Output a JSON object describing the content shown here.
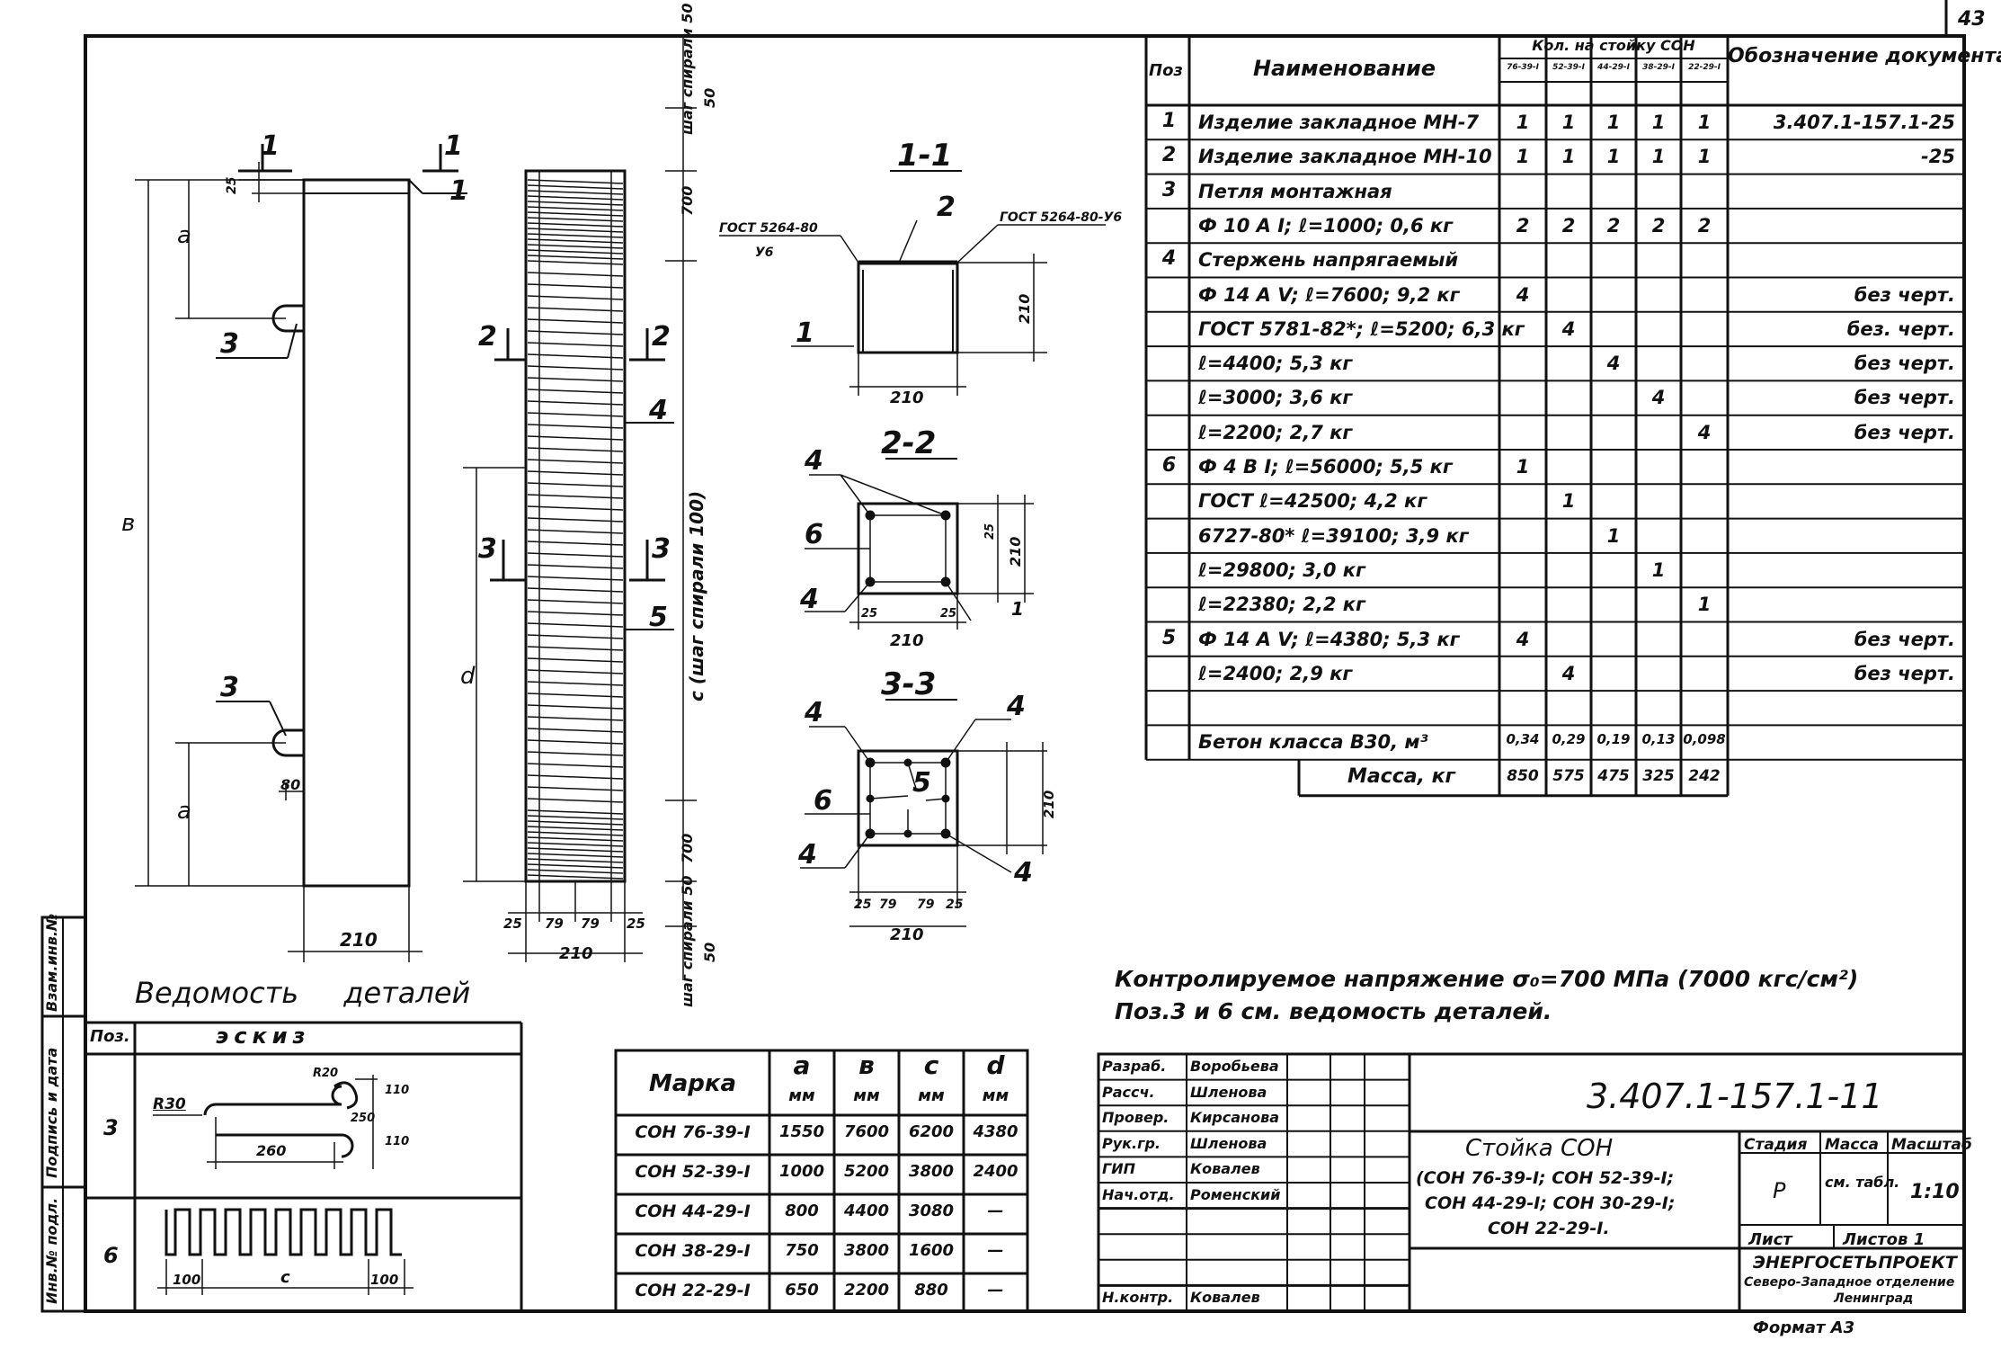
{
  "sheet_number": "43",
  "spec": {
    "header": {
      "pos": "Поз",
      "name": "Наименование",
      "qty": "Кол. на стойку СОН",
      "doc": "Обозначение документа",
      "marks": [
        "76-39-I",
        "52-39-I",
        "44-29-I",
        "38-29-I",
        "22-29-I"
      ]
    },
    "rows": [
      {
        "pos": "1",
        "name": "Изделие закладное МН-7",
        "q": [
          "1",
          "1",
          "1",
          "1",
          "1"
        ],
        "doc": "3.407.1-157.1-25"
      },
      {
        "pos": "2",
        "name": "Изделие закладное МН-10",
        "q": [
          "1",
          "1",
          "1",
          "1",
          "1"
        ],
        "doc": "-25"
      },
      {
        "pos": "3",
        "name": "Петля монтажная",
        "q": [
          "",
          "",
          "",
          "",
          ""
        ],
        "doc": ""
      },
      {
        "pos": "",
        "name": "Ф 10 А I; ℓ=1000; 0,6 кг",
        "q": [
          "2",
          "2",
          "2",
          "2",
          "2"
        ],
        "doc": ""
      },
      {
        "pos": "4",
        "name": "Стержень напрягаемый",
        "q": [
          "",
          "",
          "",
          "",
          ""
        ],
        "doc": ""
      },
      {
        "pos": "",
        "name": "Ф 14 А V; ℓ=7600; 9,2 кг",
        "q": [
          "4",
          "",
          "",
          "",
          ""
        ],
        "doc": "без черт."
      },
      {
        "pos": "",
        "name": "ГОСТ 5781-82*; ℓ=5200; 6,3 кг",
        "q": [
          "",
          "4",
          "",
          "",
          ""
        ],
        "doc": "без. черт."
      },
      {
        "pos": "",
        "name": "ℓ=4400; 5,3 кг",
        "q": [
          "",
          "",
          "4",
          "",
          ""
        ],
        "doc": "без черт."
      },
      {
        "pos": "",
        "name": "ℓ=3000; 3,6 кг",
        "q": [
          "",
          "",
          "",
          "4",
          ""
        ],
        "doc": "без черт."
      },
      {
        "pos": "",
        "name": "ℓ=2200; 2,7 кг",
        "q": [
          "",
          "",
          "",
          "",
          "4"
        ],
        "doc": "без черт."
      },
      {
        "pos": "6",
        "name": "Ф 4 В I; ℓ=56000; 5,5 кг",
        "q": [
          "1",
          "",
          "",
          "",
          ""
        ],
        "doc": ""
      },
      {
        "pos": "",
        "name": "ГОСТ ℓ=42500; 4,2 кг",
        "q": [
          "",
          "1",
          "",
          "",
          ""
        ],
        "doc": ""
      },
      {
        "pos": "",
        "name": "6727-80* ℓ=39100; 3,9 кг",
        "q": [
          "",
          "",
          "1",
          "",
          ""
        ],
        "doc": ""
      },
      {
        "pos": "",
        "name": "ℓ=29800; 3,0 кг",
        "q": [
          "",
          "",
          "",
          "1",
          ""
        ],
        "doc": ""
      },
      {
        "pos": "",
        "name": "ℓ=22380; 2,2 кг",
        "q": [
          "",
          "",
          "",
          "",
          "1"
        ],
        "doc": ""
      },
      {
        "pos": "5",
        "name": "Ф 14 А V; ℓ=4380; 5,3 кг",
        "q": [
          "4",
          "",
          "",
          "",
          ""
        ],
        "doc": "без черт."
      },
      {
        "pos": "",
        "name": "ℓ=2400; 2,9 кг",
        "q": [
          "",
          "4",
          "",
          "",
          ""
        ],
        "doc": "без черт."
      },
      {
        "pos": "",
        "name": "",
        "q": [
          "",
          "",
          "",
          "",
          ""
        ],
        "doc": ""
      },
      {
        "pos": "",
        "name": "Бетон класса В30, м³",
        "q": [
          "0,34",
          "0,29",
          "0,19",
          "0,13",
          "0,098"
        ],
        "doc": ""
      }
    ],
    "mass_label": "Масса, кг",
    "mass": [
      "850",
      "575",
      "475",
      "325",
      "242"
    ]
  },
  "notes": {
    "line1": "Контролируемое напряжение σ₀=700 МПа (7000 кгс/см²)",
    "line2": "Поз.3 и 6 см. ведомость деталей."
  },
  "details": {
    "title": "Ведомость деталей",
    "col_pos": "Поз.",
    "col_sketch": "эскиз",
    "items": [
      {
        "pos": "3",
        "r1": "R30",
        "r2": "R20",
        "d1": "260",
        "d2": "110",
        "d3": "250",
        "d4": "110"
      },
      {
        "pos": "6",
        "d1": "100",
        "c": "c",
        "d2": "100"
      }
    ]
  },
  "dims_table": {
    "headers": [
      "Марка",
      "a",
      "в",
      "c",
      "d"
    ],
    "units": [
      "мм",
      "мм",
      "мм",
      "мм"
    ],
    "rows": [
      [
        "СОН 76-39-I",
        "1550",
        "7600",
        "6200",
        "4380"
      ],
      [
        "СОН 52-39-I",
        "1000",
        "5200",
        "3800",
        "2400"
      ],
      [
        "СОН 44-29-I",
        "800",
        "4400",
        "3080",
        "—"
      ],
      [
        "СОН 38-29-I",
        "750",
        "3800",
        "1600",
        "—"
      ],
      [
        "СОН 22-29-I",
        "650",
        "2200",
        "880",
        "—"
      ]
    ]
  },
  "stamp": {
    "roles": [
      {
        "role": "Разраб.",
        "name": "Воробьева"
      },
      {
        "role": "Рассч.",
        "name": "Шленова"
      },
      {
        "role": "Провер.",
        "name": "Кирсанова"
      },
      {
        "role": "Рук.гр.",
        "name": "Шленова"
      },
      {
        "role": "ГИП",
        "name": "Ковалев"
      },
      {
        "role": "Нач.отд.",
        "name": "Роменский"
      },
      {
        "role": "",
        "name": ""
      },
      {
        "role": "",
        "name": ""
      },
      {
        "role": "",
        "name": ""
      },
      {
        "role": "Н.контр.",
        "name": "Ковалев"
      }
    ],
    "code": "3.407.1-157.1-11",
    "title": "Стойка СОН",
    "subtitle1": "(СОН 76-39-I; СОН 52-39-I;",
    "subtitle2": "СОН 44-29-I; СОН 30-29-I;",
    "subtitle3": "СОН 22-29-I.",
    "stage_label": "Стадия",
    "mass_label": "Масса",
    "scale_label": "Масштаб",
    "stage": "Р",
    "mass": "см. табл.",
    "scale": "1:10",
    "sheet_label": "Лист",
    "sheets_label": "Листов 1",
    "org1": "ЭНЕРГОСЕТЬПРОЕКТ",
    "org2": "Северо-Западное отделение",
    "org3": "Ленинград",
    "format": "Формат А3"
  },
  "side_stamp": [
    "Инв.№ подл.",
    "Подпись и дата",
    "Взам.инв.№"
  ],
  "drawing": {
    "elev_dims": {
      "a": "a",
      "b": "в",
      "w": "210",
      "t": "25",
      "w2": "80"
    },
    "reinf_dims": {
      "d": "d",
      "c": "c (шаг спирали 100)",
      "s700": "700",
      "s50": "50",
      "step": "шаг спирали 50",
      "b": [
        "25",
        "79",
        "79",
        "25"
      ],
      "w": "210"
    },
    "sec11": {
      "title": "1-1",
      "gost1": "ГОСТ 5264-80",
      "gost1b": "У6",
      "gost2": "ГОСТ 5264-80-У6",
      "w": "210",
      "h": "210"
    },
    "sec22": {
      "title": "2-2",
      "w": "210",
      "h": "210",
      "d25": "25"
    },
    "sec33": {
      "title": "3-3",
      "w": "210",
      "h": "210",
      "d": [
        "25",
        "79",
        "79",
        "25"
      ]
    },
    "labels": {
      "l1": "1",
      "l2": "2",
      "l3": "3",
      "l4": "4",
      "l5": "5",
      "l6": "6"
    }
  }
}
